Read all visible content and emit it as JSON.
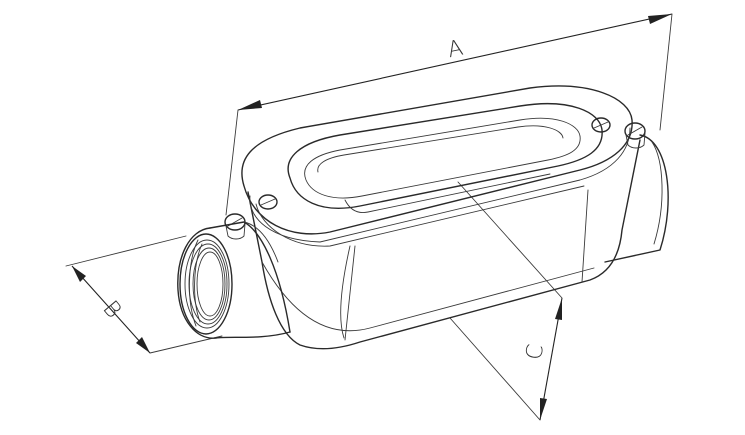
{
  "labels": {
    "dim_a": "A",
    "dim_b": "B",
    "dim_c": "C"
  },
  "colors": {
    "line": "#2a2a2a",
    "background": "#ffffff"
  }
}
